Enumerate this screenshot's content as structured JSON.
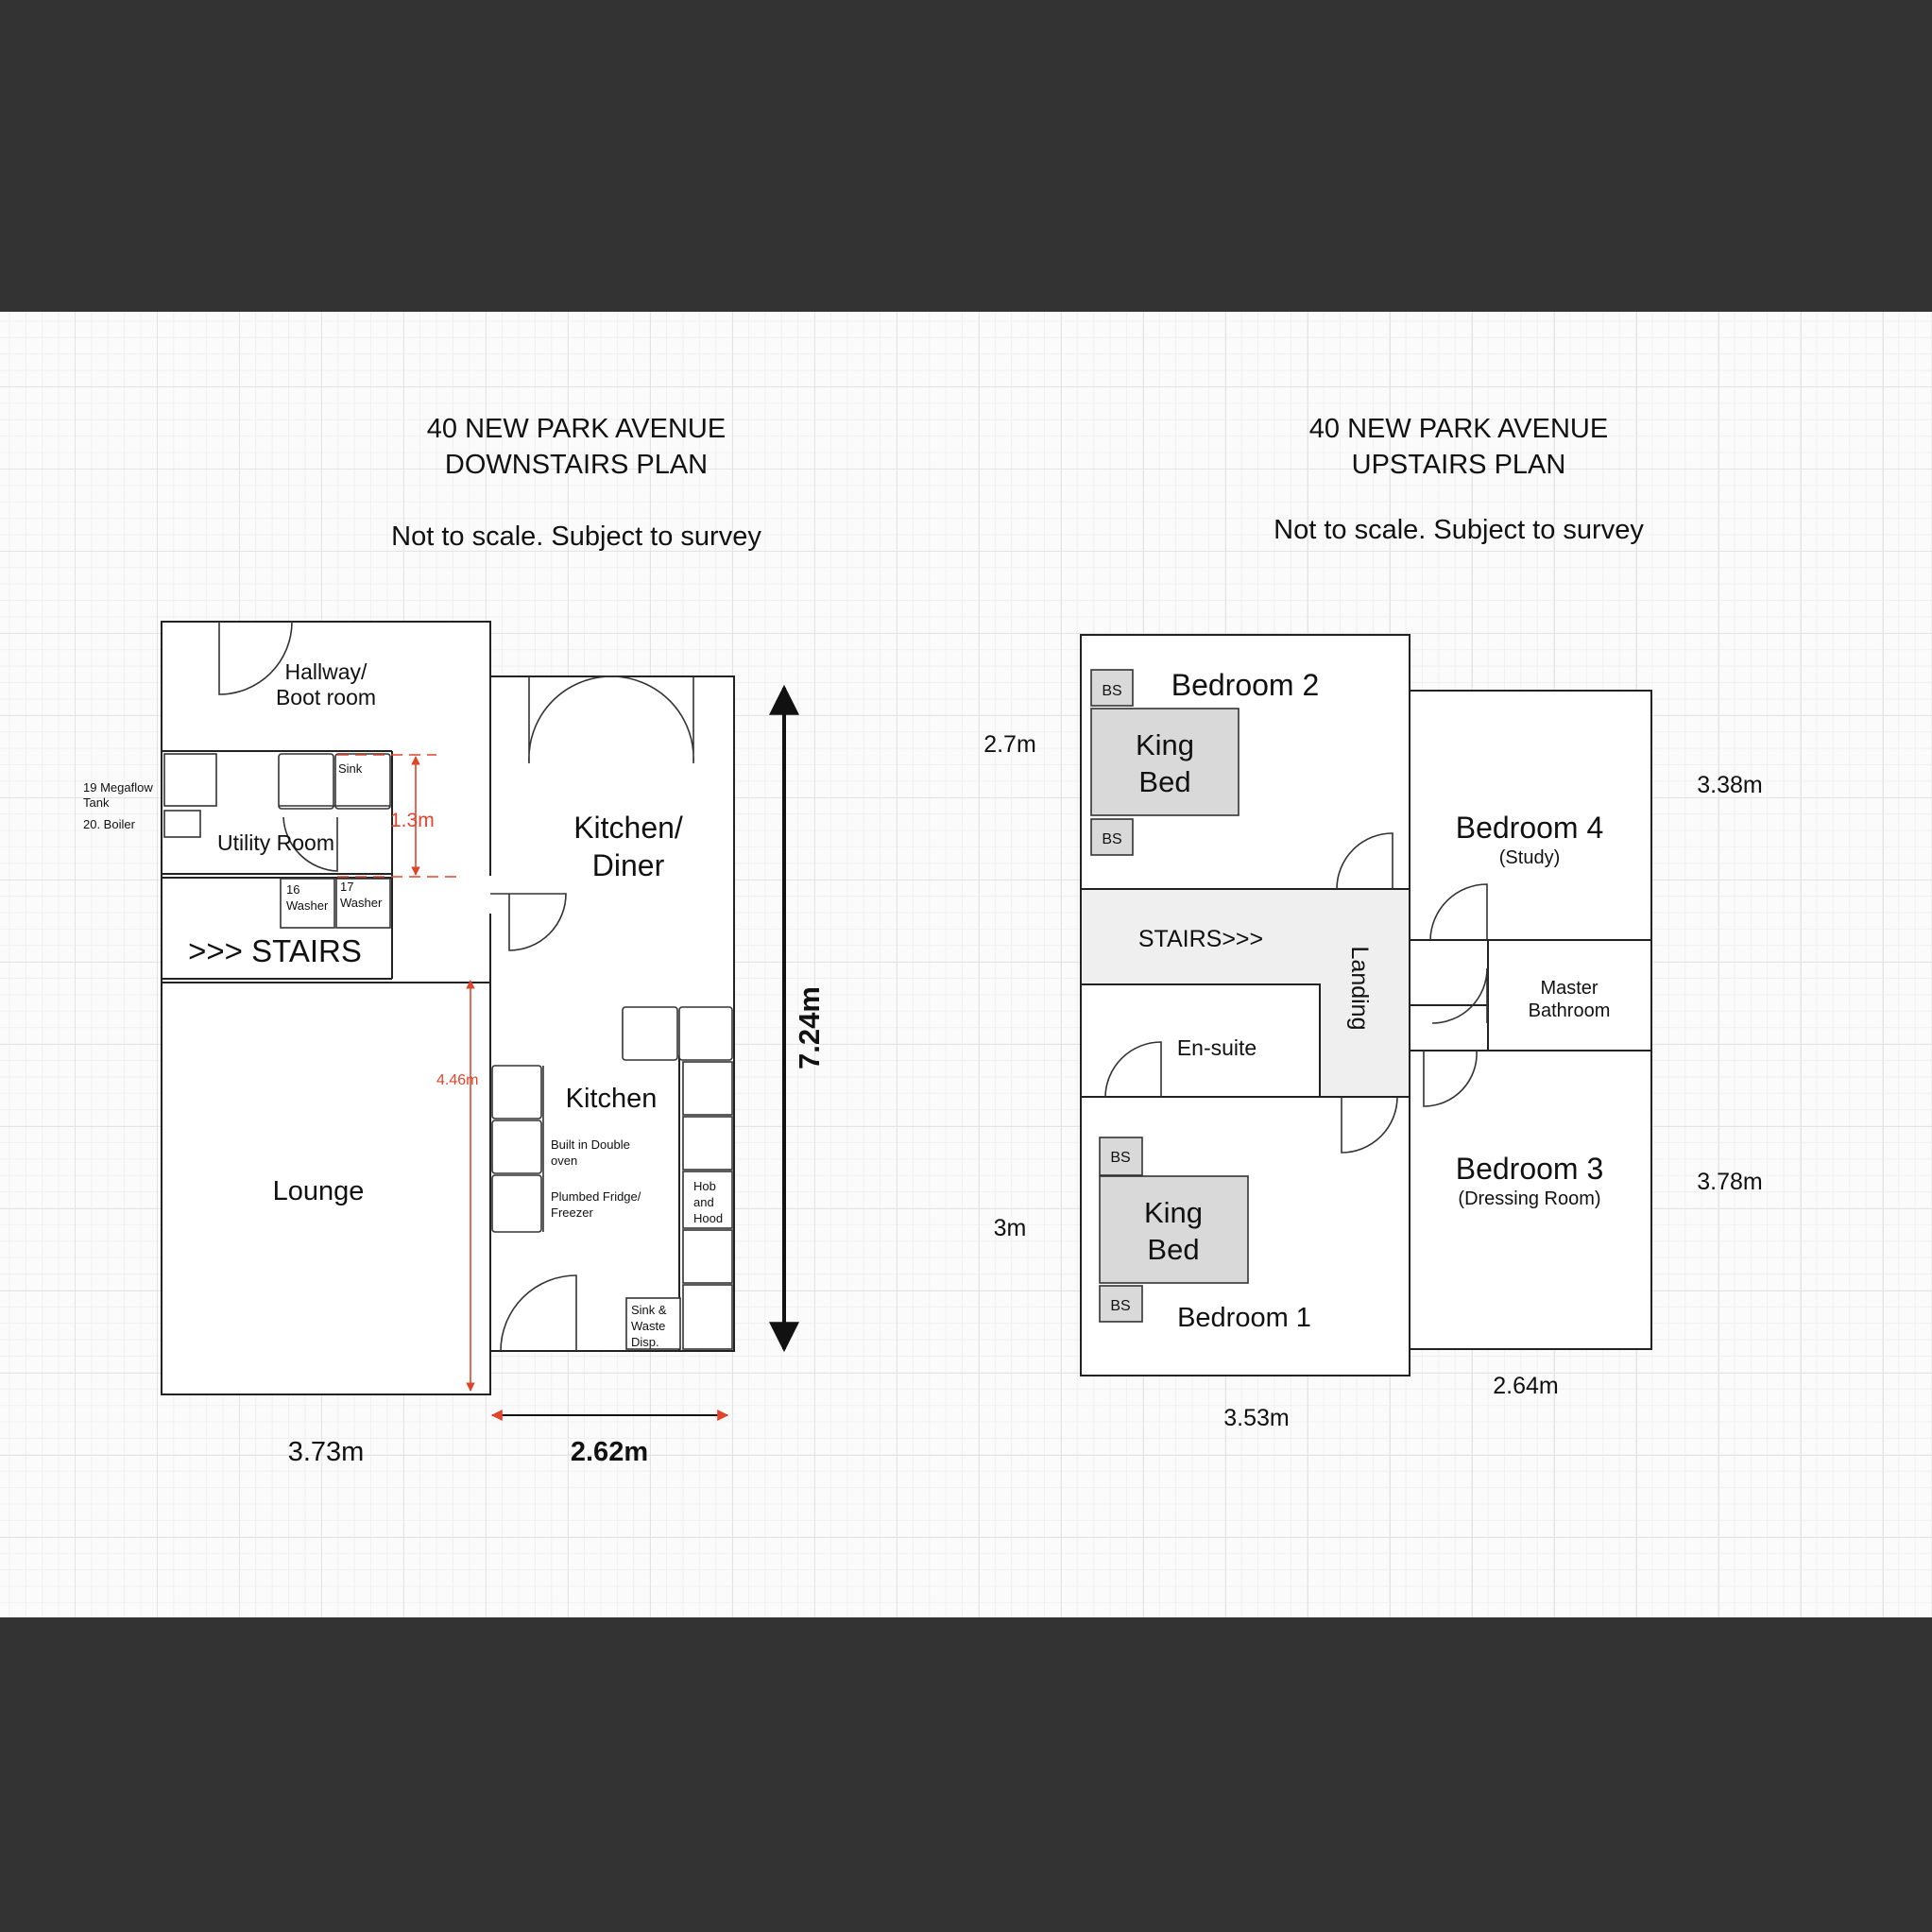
{
  "downstairs": {
    "title_line1": "40 NEW PARK AVENUE",
    "title_line2": "DOWNSTAIRS PLAN",
    "note": "Not to scale. Subject to survey",
    "rooms": {
      "hallway_line1": "Hallway/",
      "hallway_line2": "Boot room",
      "utility": "Utility Room",
      "stairs": ">>> STAIRS",
      "lounge": "Lounge",
      "kitchen_diner_line1": "Kitchen/",
      "kitchen_diner_line2": "Diner",
      "kitchen": "Kitchen"
    },
    "fixtures": {
      "sink": "Sink",
      "megaflow_line1": "19 Megaflow",
      "megaflow_line2": "Tank",
      "boiler": "20. Boiler",
      "washer16_num": "16",
      "washer16_label": "Washer",
      "washer17_num": "17",
      "washer17_label": "Washer",
      "oven_line1": "Built in Double",
      "oven_line2": "oven",
      "fridge_line1": "Plumbed Fridge/",
      "fridge_line2": "Freezer",
      "hob_line1": "Hob",
      "hob_line2": "and",
      "hob_line3": "Hood",
      "sinkwaste_line1": "Sink &",
      "sinkwaste_line2": "Waste",
      "sinkwaste_line3": "Disp."
    },
    "dimensions": {
      "utility_height": "1.3m",
      "lounge_height": "4.46m",
      "total_height": "7.24m",
      "left_width": "3.73m",
      "right_width": "2.62m"
    }
  },
  "upstairs": {
    "title_line1": "40 NEW PARK AVENUE",
    "title_line2": "UPSTAIRS PLAN",
    "note": "Not to scale. Subject to survey",
    "rooms": {
      "bedroom2": "Bedroom 2",
      "bedroom4": "Bedroom 4",
      "bedroom4_sub": "(Study)",
      "stairs": "STAIRS>>>",
      "landing": "Landing",
      "ensuite": "En-suite",
      "master_line1": "Master",
      "master_line2": "Bathroom",
      "bedroom3": "Bedroom 3",
      "bedroom3_sub": "(Dressing Room)",
      "bedroom1": "Bedroom 1"
    },
    "fixtures": {
      "bed_line1": "King",
      "bed_line2": "Bed",
      "bedside": "BS"
    },
    "dimensions": {
      "bedroom2_height": "2.7m",
      "bedroom4_height": "3.38m",
      "bedroom3_height": "3.78m",
      "bedroom1_height": "3m",
      "left_width": "3.53m",
      "right_width": "2.64m"
    }
  },
  "colors": {
    "background": "#333333",
    "paper": "#fbfbfb",
    "wall": "#222222",
    "dimension_red": "#e0452b",
    "fixture_fill": "#d9d9d9",
    "landing_fill": "#efefef"
  }
}
